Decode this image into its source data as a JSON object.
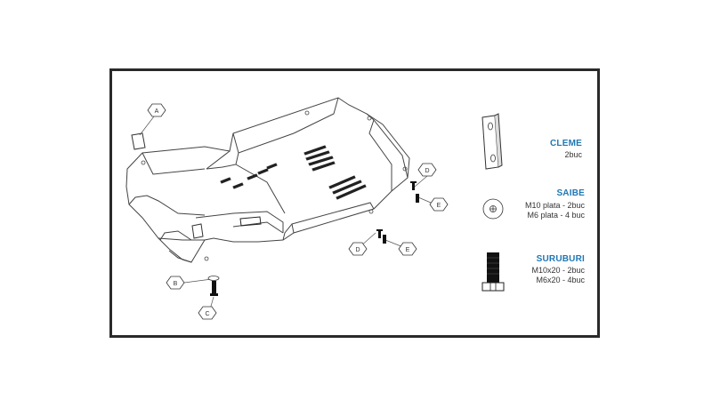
{
  "callouts": {
    "a": "A",
    "b": "B",
    "c": "C",
    "d": "D",
    "e": "E"
  },
  "legend": {
    "cleme": {
      "title": "CLEME",
      "lines": [
        "2buc"
      ]
    },
    "saibe": {
      "title": "SAIBE",
      "lines": [
        "M10 plata - 2buc",
        "M6 plata - 4 buc"
      ]
    },
    "suruburi": {
      "title": "SURUBURI",
      "lines": [
        "M10x20 - 2buc",
        "M6x20 - 4buc"
      ]
    }
  },
  "colors": {
    "frame": "#2a2a2a",
    "line": "#444444",
    "accent": "#1f77b4",
    "bolt": "#111111"
  }
}
